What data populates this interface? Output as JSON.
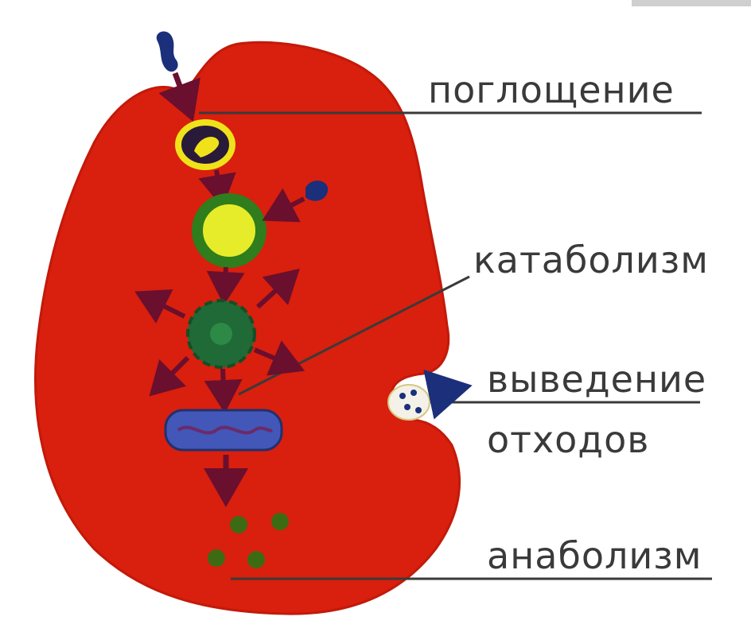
{
  "labels": {
    "uptake": "поглощение",
    "catabolism": "катаболизм",
    "waste_excretion_line1": "выведение",
    "waste_excretion_line2": "отходов",
    "anabolism": "анаболизм"
  },
  "colors": {
    "cell_body": "#d91f0d",
    "cell_edge": "#c21a0a",
    "leader_line": "#3a3a3a",
    "arrow": "#6a0f2e",
    "particle": "#1b2f7a",
    "vesicle_ring": "#f0e21a",
    "lysosome_ring": "#2f7d1c",
    "lysosome_core": "#e6ec2a",
    "digest_body": "#1f6a36",
    "er_body": "#4257b8",
    "product_dot": "#3d6b14",
    "label_text": "#3a3a3a"
  }
}
